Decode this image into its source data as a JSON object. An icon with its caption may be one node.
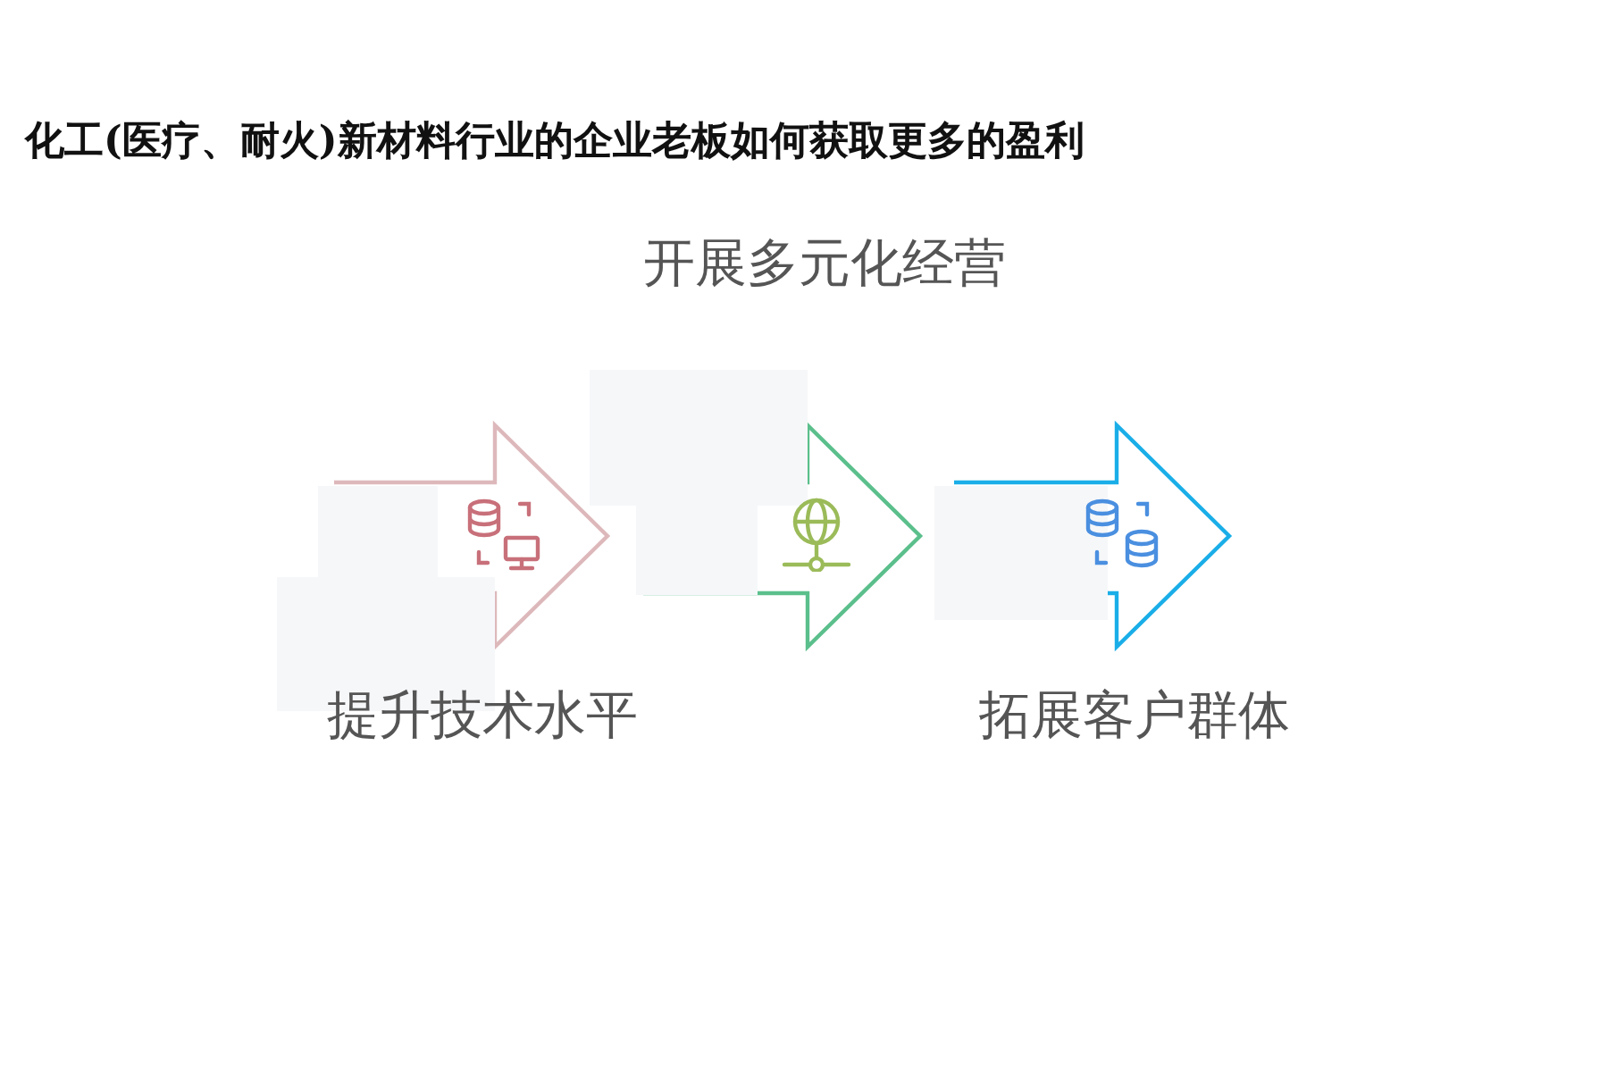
{
  "diagram": {
    "title": "化工(医疗、耐火)新材料行业的企业老板如何获取更多的盈利",
    "nodes": [
      {
        "text": [
          "提升技术水平"
        ]
      },
      {
        "text": [
          "开展多元化经营"
        ]
      },
      {
        "text": [
          "拓展客户群体"
        ]
      }
    ]
  }
}
